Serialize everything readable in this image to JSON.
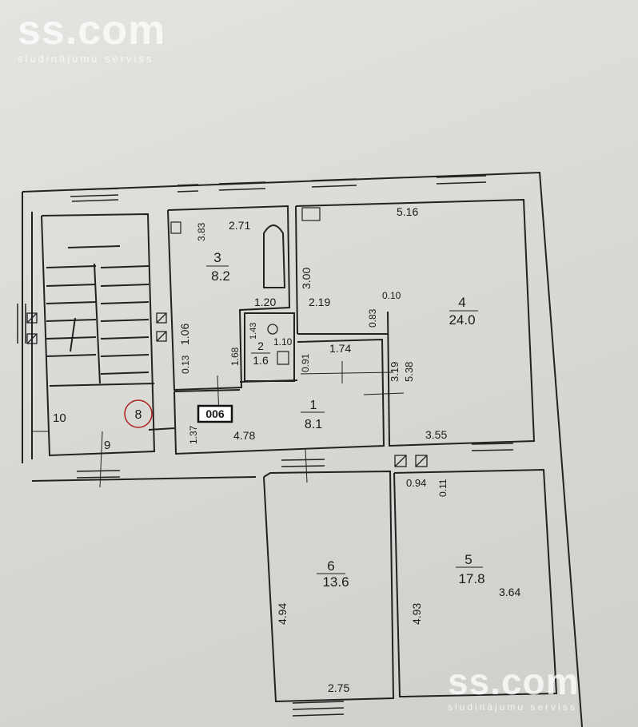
{
  "watermark": {
    "brand": "ss.com",
    "tagline": "sludinājumu serviss"
  },
  "rooms": [
    {
      "number": "1",
      "area": "8.1"
    },
    {
      "number": "2",
      "area": "1.6"
    },
    {
      "number": "3",
      "area": "8.2"
    },
    {
      "number": "4",
      "area": "24.0"
    },
    {
      "number": "5",
      "area": "17.8"
    },
    {
      "number": "6",
      "area": "13.6"
    }
  ],
  "dimensions": {
    "d_516": "5.16",
    "d_383": "3.83",
    "d_271": "2.71",
    "d_300": "3.00",
    "d_219": "2.19",
    "d_120": "1.20",
    "d_083": "0.83",
    "d_010": "0.10",
    "d_106": "1.06",
    "d_013": "0.13",
    "d_168": "1.68",
    "d_143": "1.43",
    "d_110": "1.10",
    "d_091": "0.91",
    "d_174": "1.74",
    "d_319": "3.19",
    "d_538": "5.38",
    "d_137": "1.37",
    "d_478": "4.78",
    "d_355": "3.55",
    "d_094": "0.94",
    "d_011": "0.11",
    "d_494": "4.94",
    "d_493": "4.93",
    "d_364": "3.64",
    "d_275": "2.75"
  },
  "stair_labels": {
    "s10": "10",
    "s9": "9",
    "circle": "8"
  },
  "apartment_tag": "006"
}
